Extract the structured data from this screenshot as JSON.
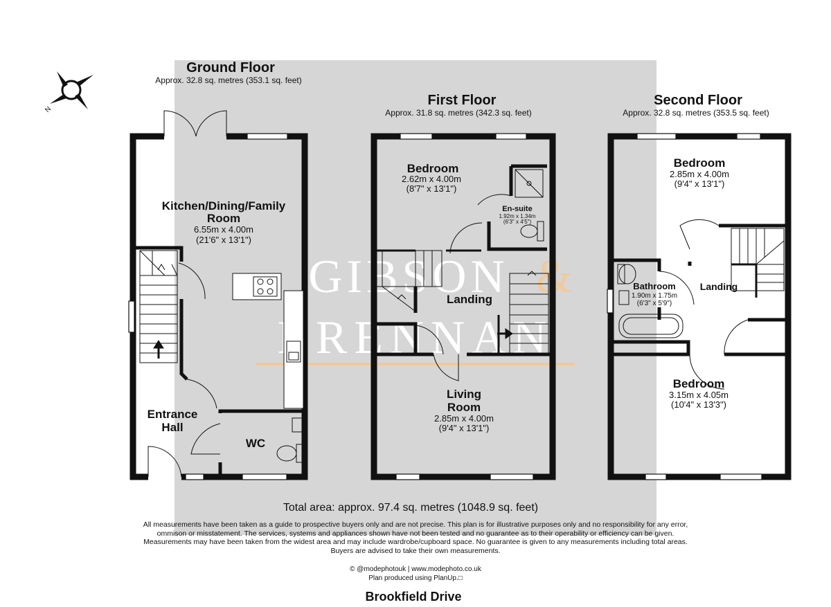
{
  "floors": [
    {
      "title": "Ground Floor",
      "area": "Approx. 32.8 sq. metres (353.1 sq. feet)"
    },
    {
      "title": "First Floor",
      "area": "Approx. 31.8 sq. metres (342.3 sq. feet)"
    },
    {
      "title": "Second Floor",
      "area": "Approx. 32.8 sq. metres (353.5 sq. feet)"
    }
  ],
  "rooms": {
    "kitchen": {
      "name_line1": "Kitchen/Dining/Family",
      "name_line2": "Room",
      "metric": "6.55m x 4.00m",
      "imperial": "(21'6\" x 13'1\")"
    },
    "entrance": {
      "name_line1": "Entrance",
      "name_line2": "Hall"
    },
    "wc": {
      "name": "WC"
    },
    "bedroom1": {
      "name": "Bedroom",
      "metric": "2.62m x 4.00m",
      "imperial": "(8'7\" x 13'1\")"
    },
    "ensuite": {
      "name": "En-suite",
      "metric": "1.92m x 1.34m",
      "imperial": "(6'3\" x 4'5\")"
    },
    "landing1": {
      "name": "Landing"
    },
    "living": {
      "name_line1": "Living",
      "name_line2": "Room",
      "metric": "2.85m x 4.00m",
      "imperial": "(9'4\" x 13'1\")"
    },
    "bedroom2": {
      "name": "Bedroom",
      "metric": "2.85m x 4.00m",
      "imperial": "(9'4\" x 13'1\")"
    },
    "bathroom": {
      "name": "Bathroom",
      "metric": "1.90m x 1.75m",
      "imperial": "(6'3\" x 5'9\")"
    },
    "landing2": {
      "name": "Landing"
    },
    "bedroom3": {
      "name": "Bedroom",
      "metric": "3.15m x 4.05m",
      "imperial": "(10'4\" x 13'3\")"
    }
  },
  "compass": {
    "label": "N"
  },
  "watermark": {
    "line1": "GIBSON",
    "amp": "&",
    "line2": "BRENNAN"
  },
  "total_area": "Total area: approx. 97.4 sq. metres (1048.9 sq. feet)",
  "disclaimer": "All measurements have been taken as a guide to prospective buyers only and are not precise. This plan is for illustrative purposes only and no responsibility for any error, ommison or misstatement. The services, systems and appliances shown have not been tested and no guarantee as to their operability or efficiency can be given. Measurements may have been taken from the widest area and may include wardrobe/cupboard space. No guarantee is given to any measurements including total areas. Buyers are advised to take their own measurements.",
  "credit_line1": "© @modephotouk | www.modephoto.co.uk",
  "credit_line2": "Plan produced using PlanUp.□",
  "street": "Brookfield Drive",
  "colors": {
    "wall": "#111111",
    "watermark_panel": "#d6d6d6",
    "watermark_rule": "#f1c99a"
  }
}
